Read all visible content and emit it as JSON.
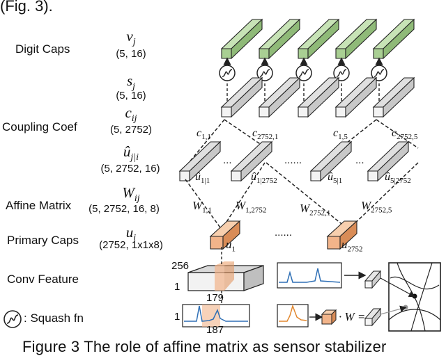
{
  "top_text": "(Fig. 3).",
  "rows": {
    "digit": {
      "label": "Digit Caps",
      "symbol": "v",
      "sub": "j",
      "dims": "(5, 16)"
    },
    "sj": {
      "symbol": "s",
      "sub": "j",
      "dims": "(5, 16)"
    },
    "coupling": {
      "label": "Coupling Coef",
      "symbol": "c",
      "sub": "ij",
      "dims": "(5, 2752)"
    },
    "uhat": {
      "symbol": "û",
      "sub": "j|i",
      "dims": "(5, 2752, 16)"
    },
    "affine": {
      "label": "Affine Matrix",
      "symbol": "W",
      "sub": "ij",
      "dims": "(5, 2752, 16, 8)"
    },
    "primary": {
      "label": "Primary Caps",
      "symbol": "u",
      "sub": "i",
      "dims": "(2752, 1x1x8)"
    },
    "conv": {
      "label": "Conv Feature"
    },
    "squash": {
      "label": ": Squash fn"
    }
  },
  "edge_labels": {
    "c11": {
      "main": "c",
      "sub": "1,1"
    },
    "c27521": {
      "main": "c",
      "sub": "2752,1"
    },
    "c15": {
      "main": "c",
      "sub": "1,5"
    },
    "c27525": {
      "main": "c",
      "sub": "2752,5"
    },
    "W11": {
      "main": "W",
      "sub": "1,1"
    },
    "W12752": {
      "main": "W",
      "sub": "1,2752"
    },
    "W27521": {
      "main": "W",
      "sub": "2752,1"
    },
    "W27525": {
      "main": "W",
      "sub": "2752,5"
    }
  },
  "uhat_labels": {
    "u11": {
      "main": "û",
      "sub": "1|1"
    },
    "u12752": {
      "main": "û",
      "sub": "1|2752"
    },
    "u51": {
      "main": "û",
      "sub": "5|1"
    },
    "u52752": {
      "main": "û",
      "sub": "5|2752"
    }
  },
  "primary_labels": {
    "u1": {
      "main": "u",
      "sub": "1"
    },
    "u2752": {
      "main": "u",
      "sub": "2752"
    }
  },
  "ellipses": {
    "uhat_a": "...",
    "uhat_mid": "......",
    "uhat_b": "...",
    "primary": "......"
  },
  "conv_numbers": {
    "n256": "256",
    "n1a": "1",
    "n179": "179",
    "n1b": "1",
    "n187": "187"
  },
  "dot_w": "· W =",
  "caption": "Figure 3 The role of affine matrix as sensor stabilizer",
  "colors": {
    "green": "#b9d9a6",
    "green_dark": "#4f7a3c",
    "gray": "#e6e6e6",
    "orange": "#f2b48a",
    "orange_dark": "#b3612d",
    "blue": "#2e6fb5",
    "signal_orange": "#e2872e"
  }
}
